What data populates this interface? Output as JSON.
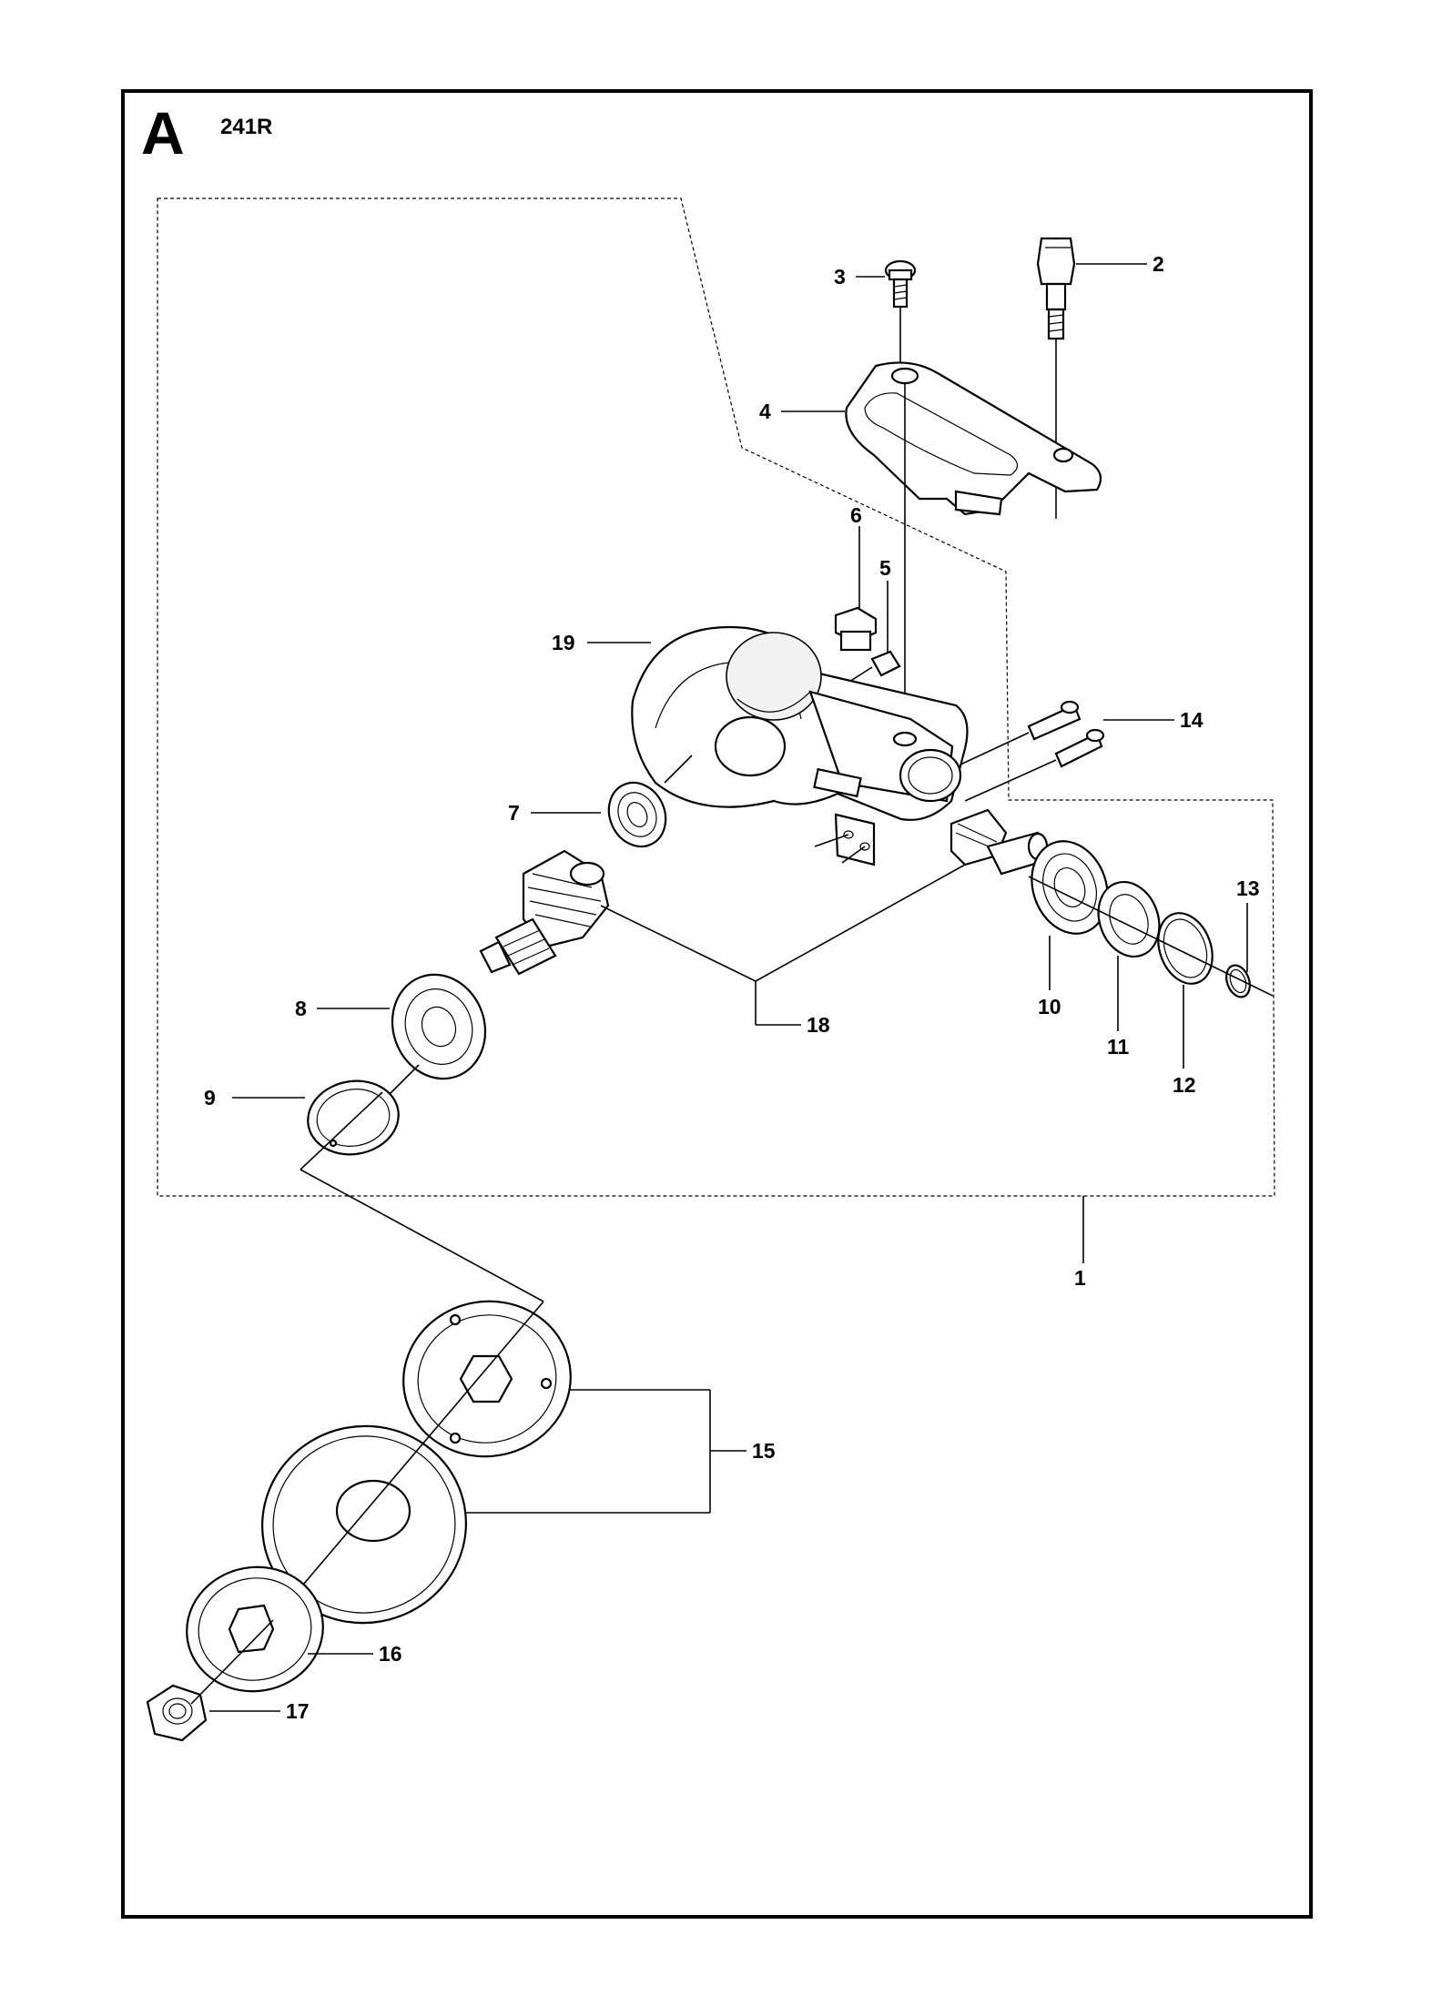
{
  "header": {
    "section_letter": "A",
    "model": "241R"
  },
  "callouts": [
    {
      "id": "c1",
      "label": "1"
    },
    {
      "id": "c2",
      "label": "2"
    },
    {
      "id": "c3",
      "label": "3"
    },
    {
      "id": "c4",
      "label": "4"
    },
    {
      "id": "c5",
      "label": "5"
    },
    {
      "id": "c6",
      "label": "6"
    },
    {
      "id": "c7",
      "label": "7"
    },
    {
      "id": "c8",
      "label": "8"
    },
    {
      "id": "c9",
      "label": "9"
    },
    {
      "id": "c10",
      "label": "10"
    },
    {
      "id": "c11",
      "label": "11"
    },
    {
      "id": "c12",
      "label": "12"
    },
    {
      "id": "c13",
      "label": "13"
    },
    {
      "id": "c14",
      "label": "14"
    },
    {
      "id": "c15",
      "label": "15"
    },
    {
      "id": "c16",
      "label": "16"
    },
    {
      "id": "c17",
      "label": "17"
    },
    {
      "id": "c18",
      "label": "18"
    },
    {
      "id": "c19",
      "label": "19"
    }
  ]
}
